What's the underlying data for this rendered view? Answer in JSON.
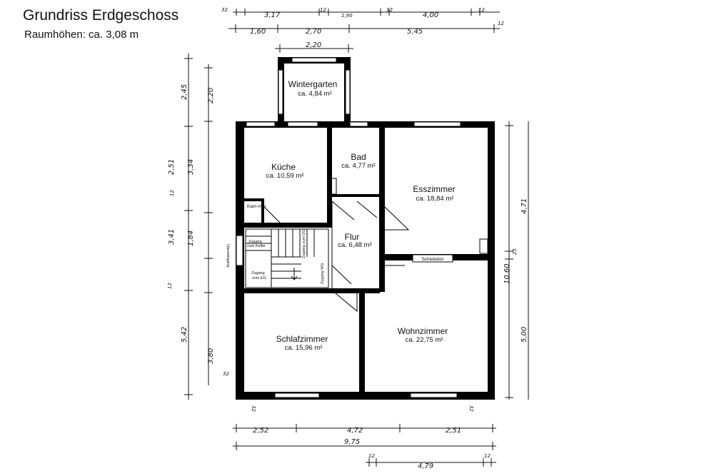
{
  "header": {
    "title": "Grundriss Erdgeschoss",
    "subtitle": "Raumhöhen: ca. 3,08 m"
  },
  "rooms": {
    "wintergarten": {
      "name": "Wintergarten",
      "area": "ca. 4,84 m²"
    },
    "kueche": {
      "name": "Küche",
      "area": "ca. 10,59 m²"
    },
    "bad": {
      "name": "Bad",
      "area": "ca. 4,77 m²"
    },
    "esszimmer": {
      "name": "Esszimmer",
      "area": "ca. 18,84 m²"
    },
    "flur": {
      "name": "Flur",
      "area": "ca. 6,48 m²"
    },
    "schlafzimmer": {
      "name": "Schlafzimmer",
      "area": "ca. 15,96 m²"
    },
    "wohnzimmer": {
      "name": "Wohnzimmer",
      "area": "ca. 22,75 m²"
    },
    "kammer": {
      "name": "Kam-mer"
    }
  },
  "labels": {
    "schiebetuer": "Schiebetür",
    "hauseingang": "Hauseingang",
    "zugang_keller_1": "Zugang",
    "zugang_keller_2": "zum Keller",
    "zugang_eg_1": "Zugang",
    "zugang_eg_2": "zum EG",
    "zugang_og": "Zugang zum OG",
    "zugang_wg": "Zugang WG"
  },
  "dimensions": {
    "top_row1": [
      "32",
      "3,17",
      "12",
      "1,90",
      "12",
      "4,00",
      "12",
      "12"
    ],
    "top_row2": [
      "1,60",
      "2,70",
      "5,45"
    ],
    "top_row3": [
      "2,20"
    ],
    "left_col1": [
      "2,45",
      "2,51",
      "12",
      "3,41",
      "12",
      "5,42"
    ],
    "left_col2": [
      "2,20",
      "3,34",
      "1,84",
      "3,80",
      "32"
    ],
    "right_col1": [
      "4,71",
      "25",
      "10,60",
      "5,00"
    ],
    "bottom_row1": [
      "32",
      "32"
    ],
    "bottom_row2": [
      "2,52",
      "4,72",
      "2,51"
    ],
    "bottom_row3": [
      "9,75"
    ],
    "bottom_row4": [
      "12",
      "4,79",
      "12"
    ]
  }
}
